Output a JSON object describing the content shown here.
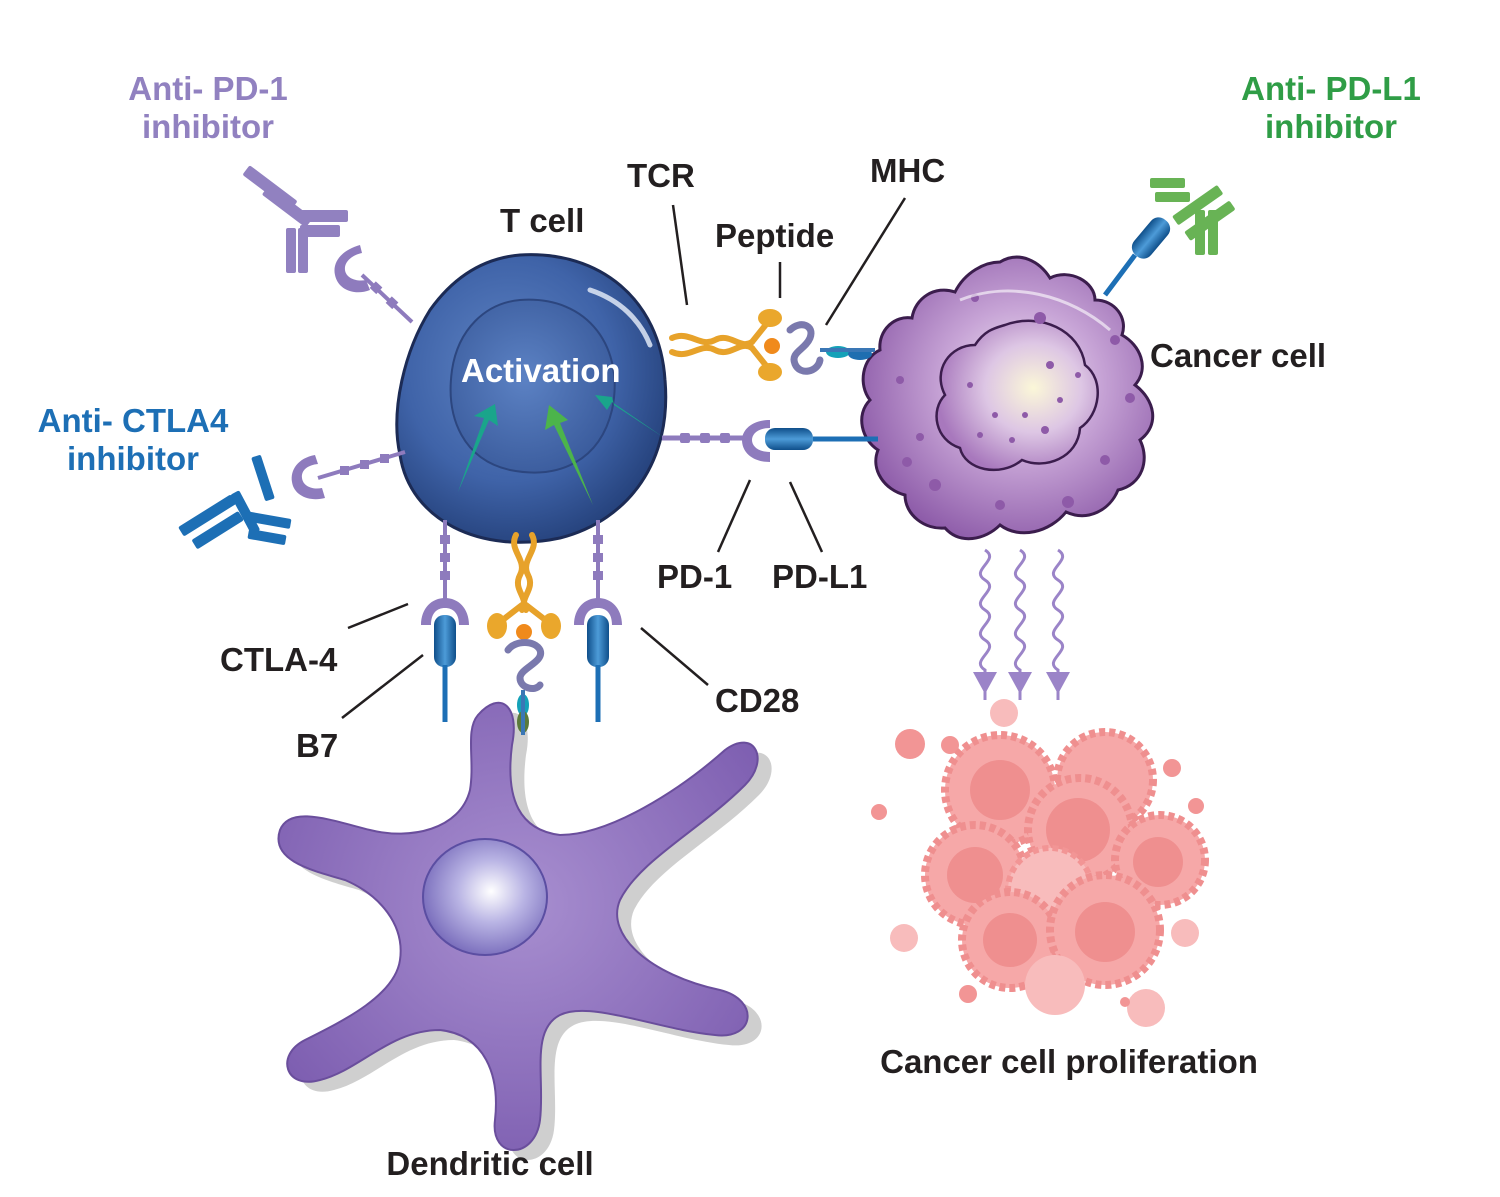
{
  "labels": {
    "anti_pd1": {
      "line1": "Anti- PD-1",
      "line2": "inhibitor"
    },
    "anti_pdl1": {
      "line1": "Anti- PD-L1",
      "line2": "inhibitor"
    },
    "anti_ctla4": {
      "line1": "Anti- CTLA4",
      "line2": "inhibitor"
    },
    "tcr": "TCR",
    "t_cell": "T cell",
    "peptide": "Peptide",
    "mhc": "MHC",
    "activation": "Activation",
    "cancer_cell": "Cancer cell",
    "pd1": "PD-1",
    "pdl1": "PD-L1",
    "ctla4": "CTLA-4",
    "b7": "B7",
    "cd28": "CD28",
    "dendritic_cell": "Dendritic cell",
    "cancer_proliferation": "Cancer cell proliferation"
  },
  "colors": {
    "pd1_purple": "#9181c0",
    "pdl1_green": "#2f9d46",
    "ctla4_blue": "#1d6fb5",
    "t_cell_blue": "#3d5b9c",
    "receptor_purple": "#8e7bbd",
    "tcr_orange": "#eaa72c",
    "cancer_purple": "#8e5aa8",
    "proliferation_pink": "#ef8f8f",
    "activation_teal": "#1aa58b",
    "activation_green": "#4cb44b",
    "text_dark": "#231f20"
  }
}
